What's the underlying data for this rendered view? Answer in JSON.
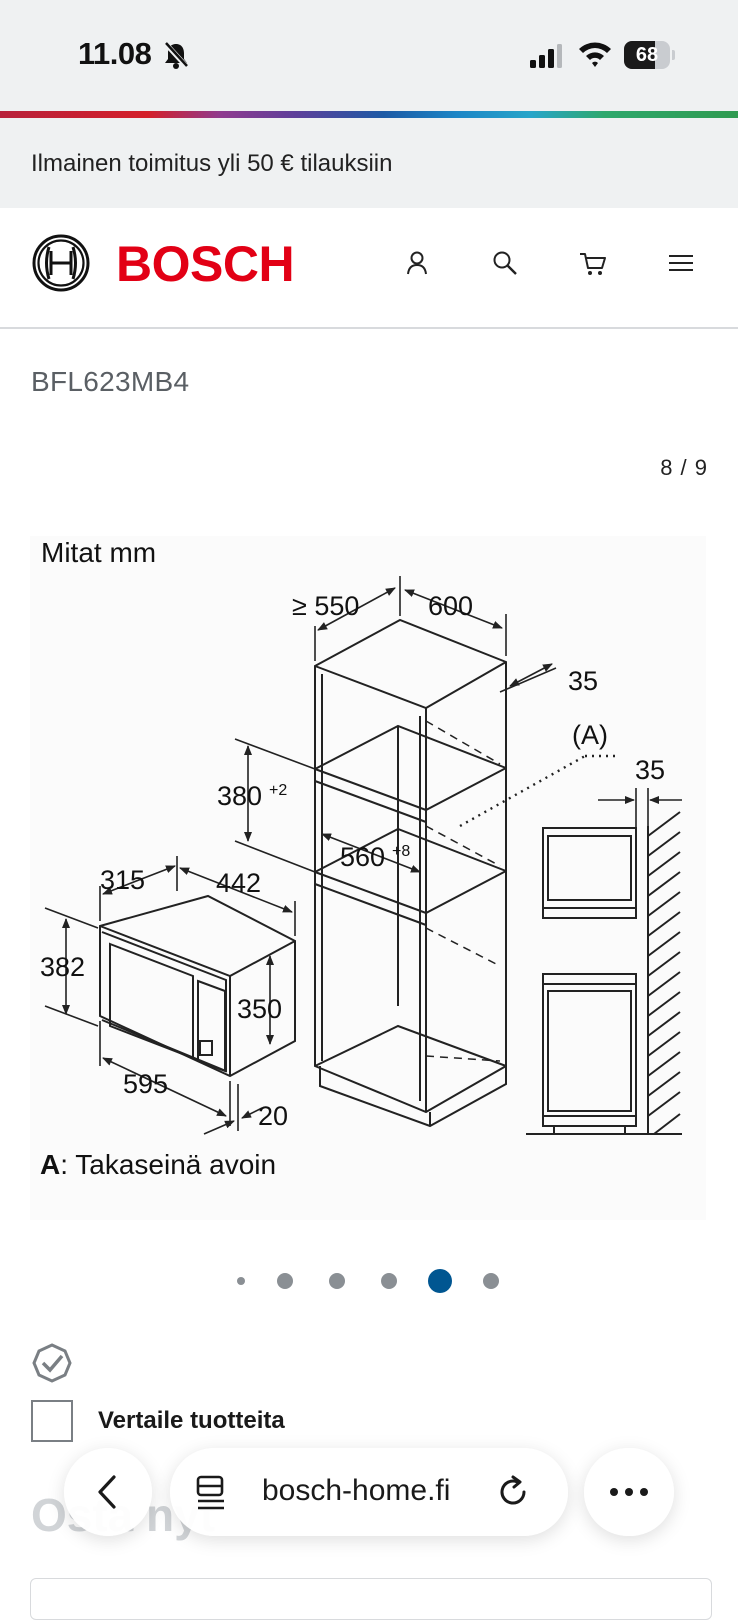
{
  "status_bar": {
    "time": "11.08",
    "battery": "68",
    "battery_level": 0.68
  },
  "promo": {
    "text": "Ilmainen toimitus yli 50 € tilauksiin"
  },
  "header": {
    "brand": "BOSCH",
    "icons": [
      "user-icon",
      "search-icon",
      "cart-icon",
      "menu-icon"
    ]
  },
  "product": {
    "model": "BFL623MB4"
  },
  "gallery": {
    "counter": "8 / 9",
    "active_dot": 4,
    "dot_count": 6
  },
  "diagram": {
    "title": "Mitat mm",
    "dims": {
      "d550": "≥ 550",
      "d600": "600",
      "d35a": "35",
      "a_label": "(A)",
      "d35b": "35",
      "d380": "380",
      "d380_sup": "+2",
      "d560": "560",
      "d560_sup": "+8",
      "d315": "315",
      "d442": "442",
      "d382": "382",
      "d350": "350",
      "d595": "595",
      "d20": "20"
    },
    "note_key": "A",
    "note_text": ": Takaseinä avoin"
  },
  "compare": {
    "label": "Vertaile tuotteita"
  },
  "next_heading": "Osta nyt",
  "browser": {
    "url": "bosch-home.fi"
  },
  "colors": {
    "brand_red": "#e20015",
    "active_dot": "#005691",
    "inactive_dot": "#8a8f94"
  }
}
